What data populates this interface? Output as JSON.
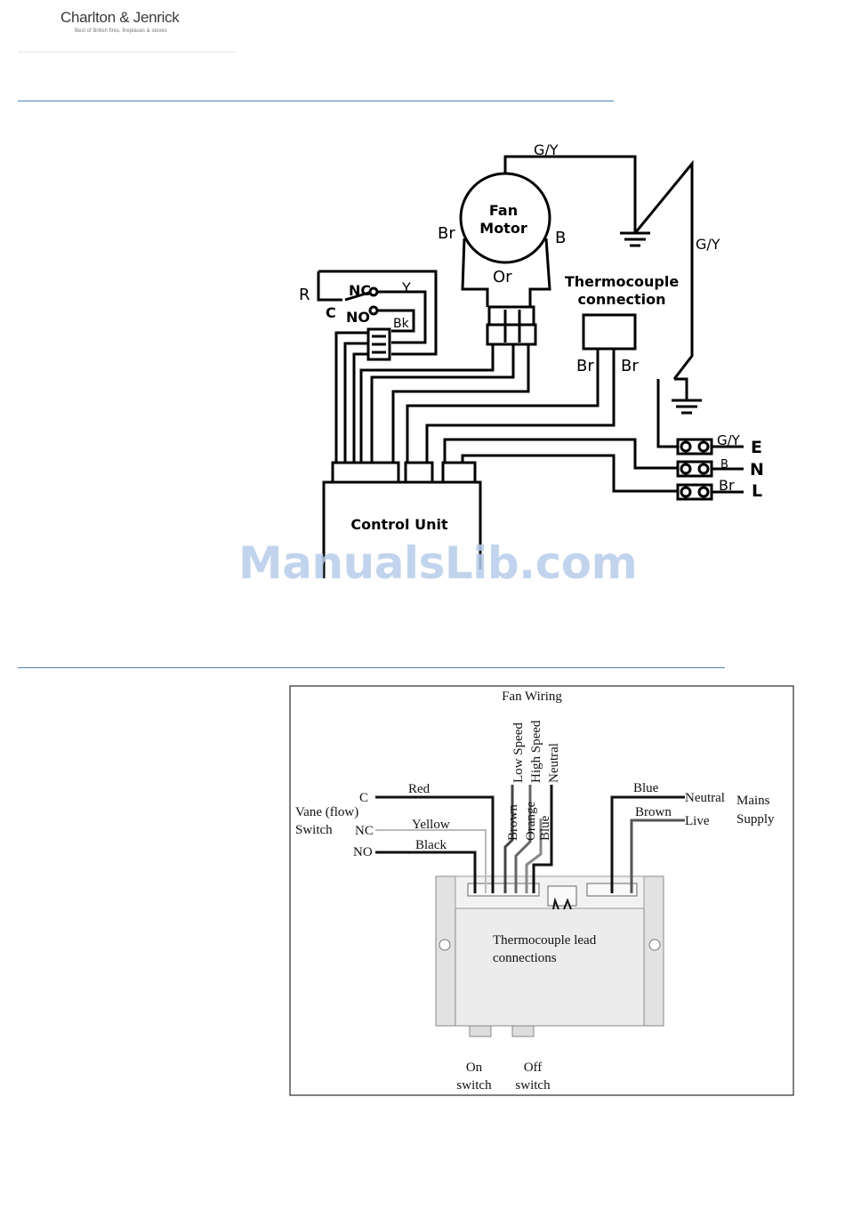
{
  "header": {
    "brand": "Charlton & Jenrick",
    "tagline": "Best of British fires, fireplaces & stoves"
  },
  "diagram1": {
    "fan_motor_line1": "Fan",
    "fan_motor_line2": "Motor",
    "thermocouple_line1": "Thermocouple",
    "thermocouple_line2": "connection",
    "control_unit": "Control Unit",
    "labels": {
      "gy_top": "G/Y",
      "gy_right": "G/Y",
      "br_left": "Br",
      "b_motor": "B",
      "or": "Or",
      "r": "R",
      "nc": "NC",
      "c": "C",
      "no": "NO",
      "y": "Y",
      "bk": "Bk",
      "br_tc1": "Br",
      "br_tc2": "Br",
      "gy_term": "G/Y",
      "b_term": "B",
      "br_term": "Br",
      "e": "E",
      "n": "N",
      "l": "L"
    }
  },
  "watermark": "ManualsLib.com",
  "diagram2": {
    "title": "Fan  Wiring",
    "low_speed": "Low  Speed",
    "high_speed": "High  Speed",
    "neutral_v": "Neutral",
    "brown_v": "Brown",
    "orange_v": "Orange",
    "blue_v": "Blue",
    "c": "C",
    "red": "Red",
    "vane_line1": "Vane  (flow)",
    "vane_line2": "Switch",
    "nc": "NC",
    "yellow": "Yellow",
    "no": "NO",
    "black": "Black",
    "blue": "Blue",
    "neutral": "Neutral",
    "brown": "Brown",
    "live": "Live",
    "mains_line1": "Mains",
    "mains_line2": "Supply",
    "tc_line1": "Thermocouple  lead",
    "tc_line2": "connections",
    "on_line1": "On",
    "on_line2": "switch",
    "off_line1": "Off",
    "off_line2": "switch"
  }
}
